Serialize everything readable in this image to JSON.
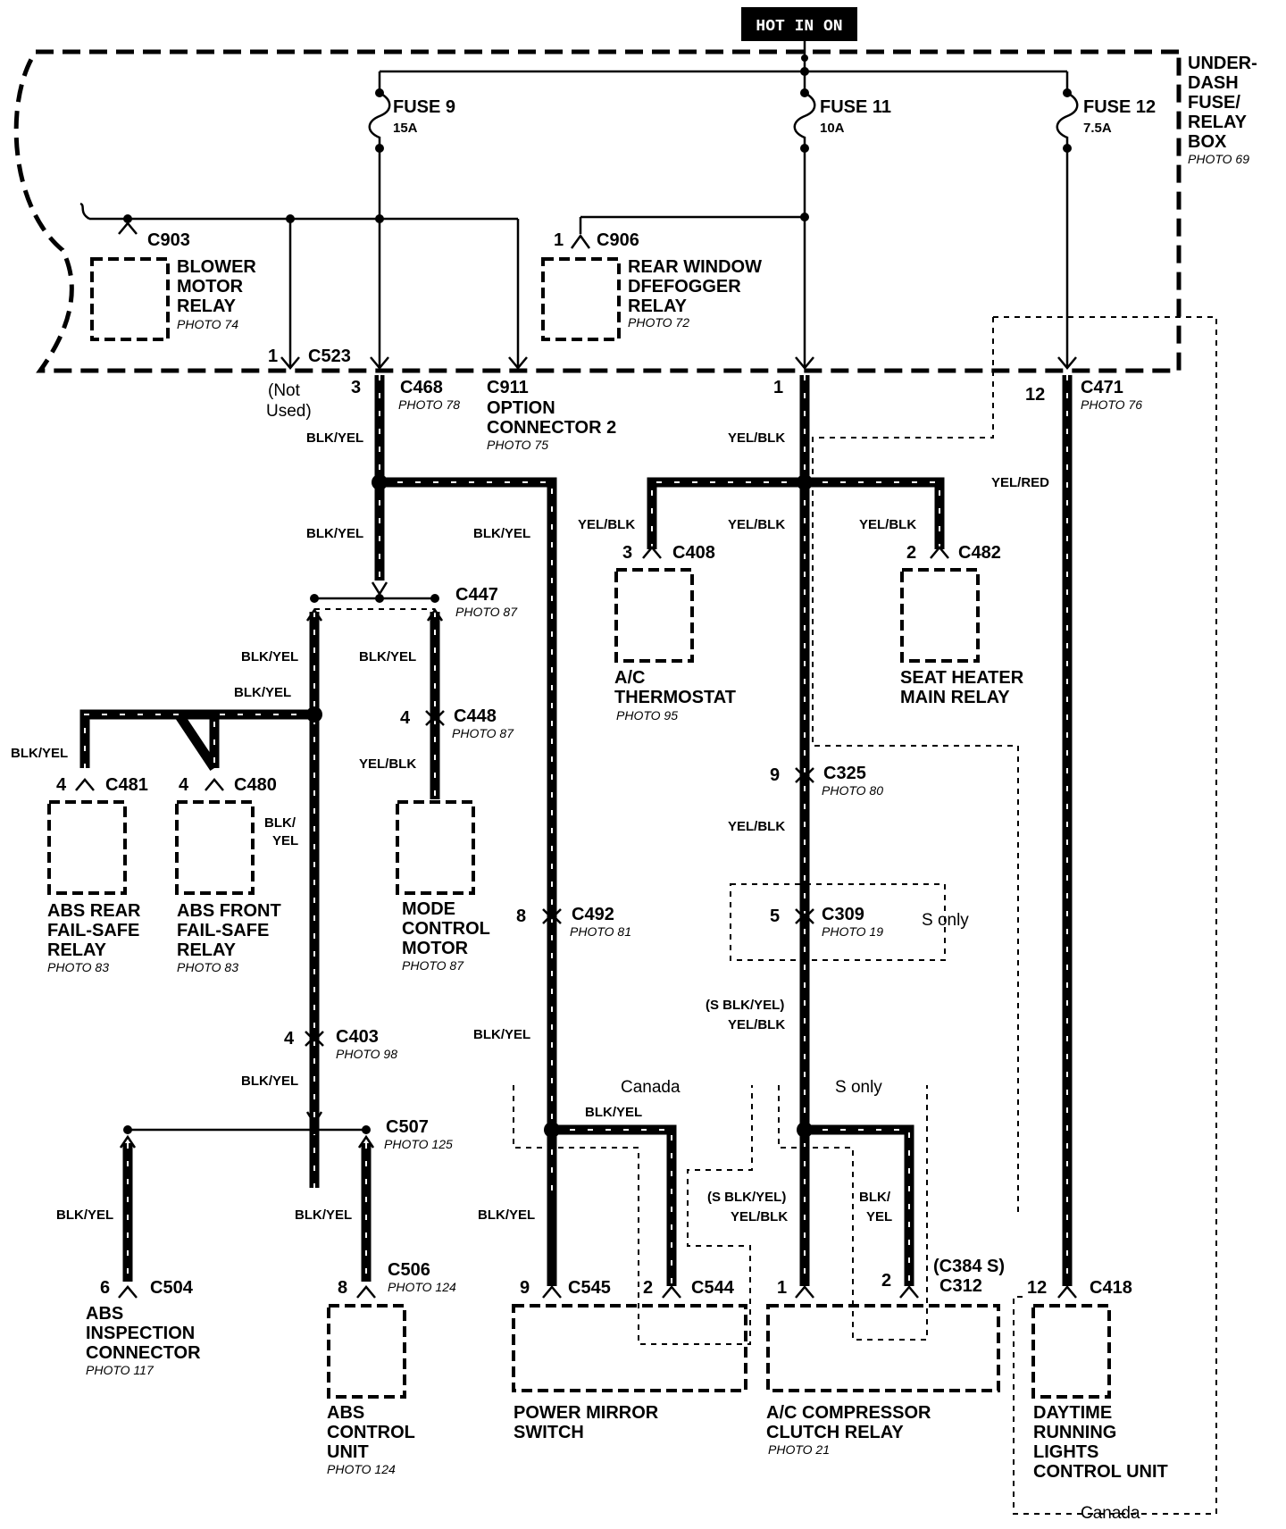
{
  "hot_label": "HOT IN ON",
  "fuse_box": {
    "lines": [
      "UNDER-",
      "DASH",
      "FUSE/",
      "RELAY",
      "BOX"
    ],
    "photo": "PHOTO 69"
  },
  "fuses": [
    {
      "name": "FUSE 9",
      "rating": "15A"
    },
    {
      "name": "FUSE 11",
      "rating": "10A"
    },
    {
      "name": "FUSE 12",
      "rating": "7.5A"
    }
  ],
  "connectors": {
    "c903": {
      "id": "C903"
    },
    "c906": {
      "pin": "1",
      "id": "C906"
    },
    "c523": {
      "pin": "1",
      "id": "C523",
      "note_1": "(Not",
      "note_2": "Used)"
    },
    "c468": {
      "pin": "3",
      "id": "C468",
      "photo": "PHOTO 78"
    },
    "c911": {
      "id": "C911",
      "line_2": "OPTION",
      "line_3": "CONNECTOR 2",
      "photo": "PHOTO 75"
    },
    "c471": {
      "pin_left": "1",
      "pin_right": "12",
      "id": "C471",
      "photo": "PHOTO 76"
    },
    "c447": {
      "id": "C447",
      "photo": "PHOTO 87"
    },
    "c448": {
      "pin": "4",
      "id": "C448",
      "photo": "PHOTO 87"
    },
    "c408": {
      "pin": "3",
      "id": "C408"
    },
    "c482": {
      "pin": "2",
      "id": "C482"
    },
    "c481": {
      "pin": "4",
      "id": "C481"
    },
    "c480": {
      "pin": "4",
      "id": "C480"
    },
    "c325": {
      "pin": "9",
      "id": "C325",
      "photo": "PHOTO 80"
    },
    "c492": {
      "pin": "8",
      "id": "C492",
      "photo": "PHOTO 81"
    },
    "c309": {
      "pin": "5",
      "id": "C309",
      "photo": "PHOTO 19",
      "note": "S only"
    },
    "c403": {
      "pin": "4",
      "id": "C403",
      "photo": "PHOTO 98"
    },
    "c507": {
      "id": "C507",
      "photo": "PHOTO 125"
    },
    "c504": {
      "pin": "6",
      "id": "C504"
    },
    "c506": {
      "pin": "8",
      "id": "C506",
      "photo": "PHOTO 124"
    },
    "c545": {
      "pin": "9",
      "id": "C545"
    },
    "c544": {
      "pin": "2",
      "id": "C544"
    },
    "c312": {
      "pin_left": "1",
      "pin_right": "2",
      "alt": "(C384 S)",
      "id": "C312"
    },
    "c418": {
      "pin": "12",
      "id": "C418"
    }
  },
  "components": {
    "blower_relay": {
      "lines": [
        "BLOWER",
        "MOTOR",
        "RELAY"
      ],
      "photo": "PHOTO 74"
    },
    "rear_defogger": {
      "lines": [
        "REAR WINDOW",
        "DFEFOGGER",
        "RELAY"
      ],
      "photo": "PHOTO 72"
    },
    "ac_thermostat": {
      "lines": [
        "A/C",
        "THERMOSTAT"
      ],
      "photo": "PHOTO 95"
    },
    "seat_heater": {
      "lines": [
        "SEAT HEATER",
        "MAIN RELAY"
      ]
    },
    "abs_rear": {
      "lines": [
        "ABS REAR",
        "FAIL-SAFE",
        "RELAY"
      ],
      "photo": "PHOTO 83"
    },
    "abs_front": {
      "lines": [
        "ABS FRONT",
        "FAIL-SAFE",
        "RELAY"
      ],
      "photo": "PHOTO 83"
    },
    "mode_motor": {
      "lines": [
        "MODE",
        "CONTROL",
        "MOTOR"
      ],
      "photo": "PHOTO 87"
    },
    "abs_inspection": {
      "lines": [
        "ABS",
        "INSPECTION",
        "CONNECTOR"
      ],
      "photo": "PHOTO 117"
    },
    "abs_control": {
      "lines": [
        "ABS",
        "CONTROL",
        "UNIT"
      ],
      "photo": "PHOTO 124"
    },
    "power_mirror": {
      "lines": [
        "POWER MIRROR",
        "SWITCH"
      ]
    },
    "ac_clutch": {
      "lines": [
        "A/C COMPRESSOR",
        "CLUTCH RELAY"
      ],
      "photo": "PHOTO 21"
    },
    "drl": {
      "lines": [
        "DAYTIME",
        "RUNNING",
        "LIGHTS",
        "CONTROL UNIT"
      ]
    }
  },
  "regions": {
    "canada_1": "Canada",
    "s_only": "S only",
    "canada_2": "Canada"
  },
  "wire_labels": {
    "blk_yel": "BLK/YEL",
    "blk": "BLK/",
    "yel": "YEL",
    "yel_blk": "YEL/BLK",
    "yel_red": "YEL/RED",
    "s_blk_yel": "(S BLK/YEL)"
  }
}
